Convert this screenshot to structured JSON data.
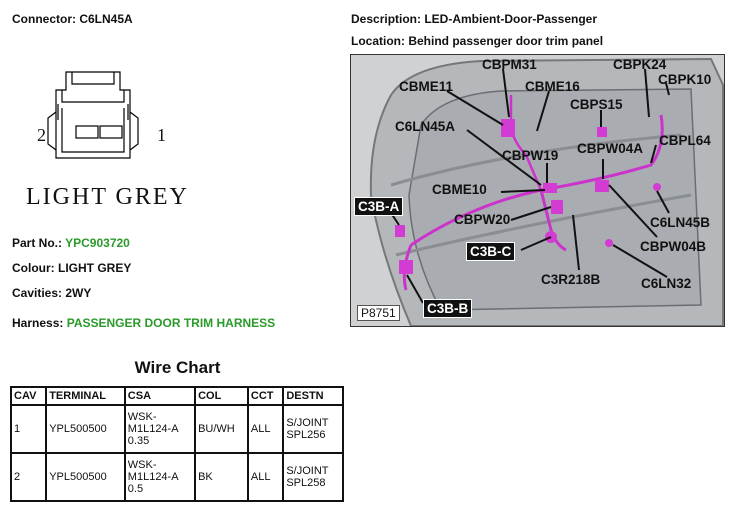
{
  "header": {
    "connector": "Connector: C6LN45A",
    "description": "Description: LED-Ambient-Door-Passenger",
    "location": "Location: Behind passenger door trim panel"
  },
  "connector_view": {
    "pin_left": "2",
    "pin_right": "1",
    "color_name": "LIGHT GREY"
  },
  "info": {
    "part_label": "Part No.: ",
    "part_value": "YPC903720",
    "colour": "Colour: LIGHT GREY",
    "cavities": "Cavities: 2WY",
    "harness_label": "Harness: ",
    "harness_value": "PASSENGER DOOR TRIM HARNESS"
  },
  "photo": {
    "figure_ref": "P8751",
    "callouts": [
      "CBPM31",
      "CBPK24",
      "CBME11",
      "CBME16",
      "CBPK10",
      "CBPS15",
      "C6LN45A",
      "CBPL64",
      "CBPW19",
      "CBPW04A",
      "CBME10",
      "C3B-A",
      "CBPW20",
      "C6LN45B",
      "C3B-C",
      "CBPW04B",
      "C3R218B",
      "C6LN32",
      "C3B-B"
    ]
  },
  "wire_chart": {
    "title": "Wire Chart",
    "headers": [
      "CAV",
      "TERMINAL",
      "CSA",
      "COL",
      "CCT",
      "DESTN"
    ],
    "rows": [
      {
        "cav": "1",
        "terminal": "YPL500500",
        "csa": [
          "WSK-",
          "M1L124-A",
          "0.35"
        ],
        "col": "BU/WH",
        "cct": "ALL",
        "destn": [
          "S/JOINT",
          "SPL256"
        ]
      },
      {
        "cav": "2",
        "terminal": "YPL500500",
        "csa": [
          "WSK-",
          "M1L124-A",
          "0.5"
        ],
        "col": "BK",
        "cct": "ALL",
        "destn": [
          "S/JOINT",
          "SPL258"
        ]
      }
    ]
  }
}
